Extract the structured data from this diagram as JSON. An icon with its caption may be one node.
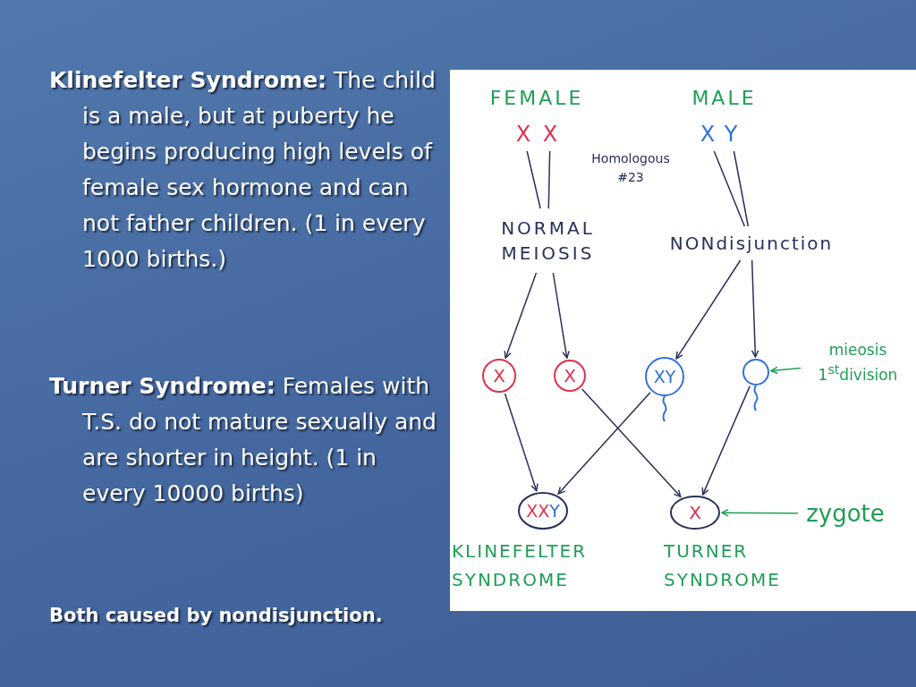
{
  "diagram": {
    "nodes": [
      {
        "text": [
          "X"
        ]
      },
      {
        "text": [
          "X"
        ]
      },
      {
        "text": [
          "X"
        ]
      },
      {
        "text": [
          "Y"
        ]
      },
      {
        "text": [
          "NORMAL MEIOSIS"
        ]
      },
      {
        "text": [
          "NONdisjunction"
        ]
      },
      {
        "text": [
          "X"
        ]
      },
      {
        "text": [
          "X"
        ]
      },
      {
        "text": [
          "XY"
        ]
      },
      {
        "text": [],
        "shape": "circle"
      },
      {
        "text": [
          "XXY"
        ],
        "beside": [
          "KLINEFELTER SYNDROME"
        ]
      },
      {
        "text": [
          "X"
        ],
        "beside": [
          "TURNER SYNDROME"
        ]
      },
      {
        "text": [
          "mieosis 1$^{st}$division"
        ]
      },
      {
        "text": [
          "zygote"
        ]
      }
    ],
    "edges": [
      {
        "from": 0,
        "to": 4,
        "arrow": "none"
      },
      {
        "from": 1,
        "to": 4,
        "arrow": "none"
      },
      {
        "from": 2,
        "to": 5,
        "arrow": "none"
      },
      {
        "from": 3,
        "to": 5,
        "arrow": "none"
      },
      {
        "from": 4,
        "to": 6,
        "arrow": "to"
      },
      {
        "from": 4,
        "to": 7,
        "arrow": "to"
      },
      {
        "from": 5,
        "to": 8,
        "arrow": "to"
      },
      {
        "from": 5,
        "to": 9,
        "arrow": "to"
      },
      {
        "from": 6,
        "to": 10,
        "arrow": "to"
      },
      {
        "from": 8,
        "to": 10,
        "arrow": "to"
      },
      {
        "from": 7,
        "to": 11,
        "arrow": "to"
      },
      {
        "from": 9,
        "to": 11,
        "arrow": "to"
      },
      {
        "from": 12,
        "to": 9,
        "arrow": "to",
        "color": "#1f9e55"
      },
      {
        "from": 13,
        "to": 11,
        "arrow": "to",
        "color": "#1f9e55"
      }
    ],
    "labels": [
      "**Klinefelter Syndrome:** The child is a male, but at puberty he begins producing high levels of female sex hormone and can not father children. (1 in every 1000 births.)",
      "**Turner Syndrome:** Females with T.S. do not mature sexually and are shorter in height. (1 in every 10000 births)",
      "Both caused by nondisjunction.",
      "FEMALE",
      "MALE",
      "Homologous #23"
    ]
  }
}
